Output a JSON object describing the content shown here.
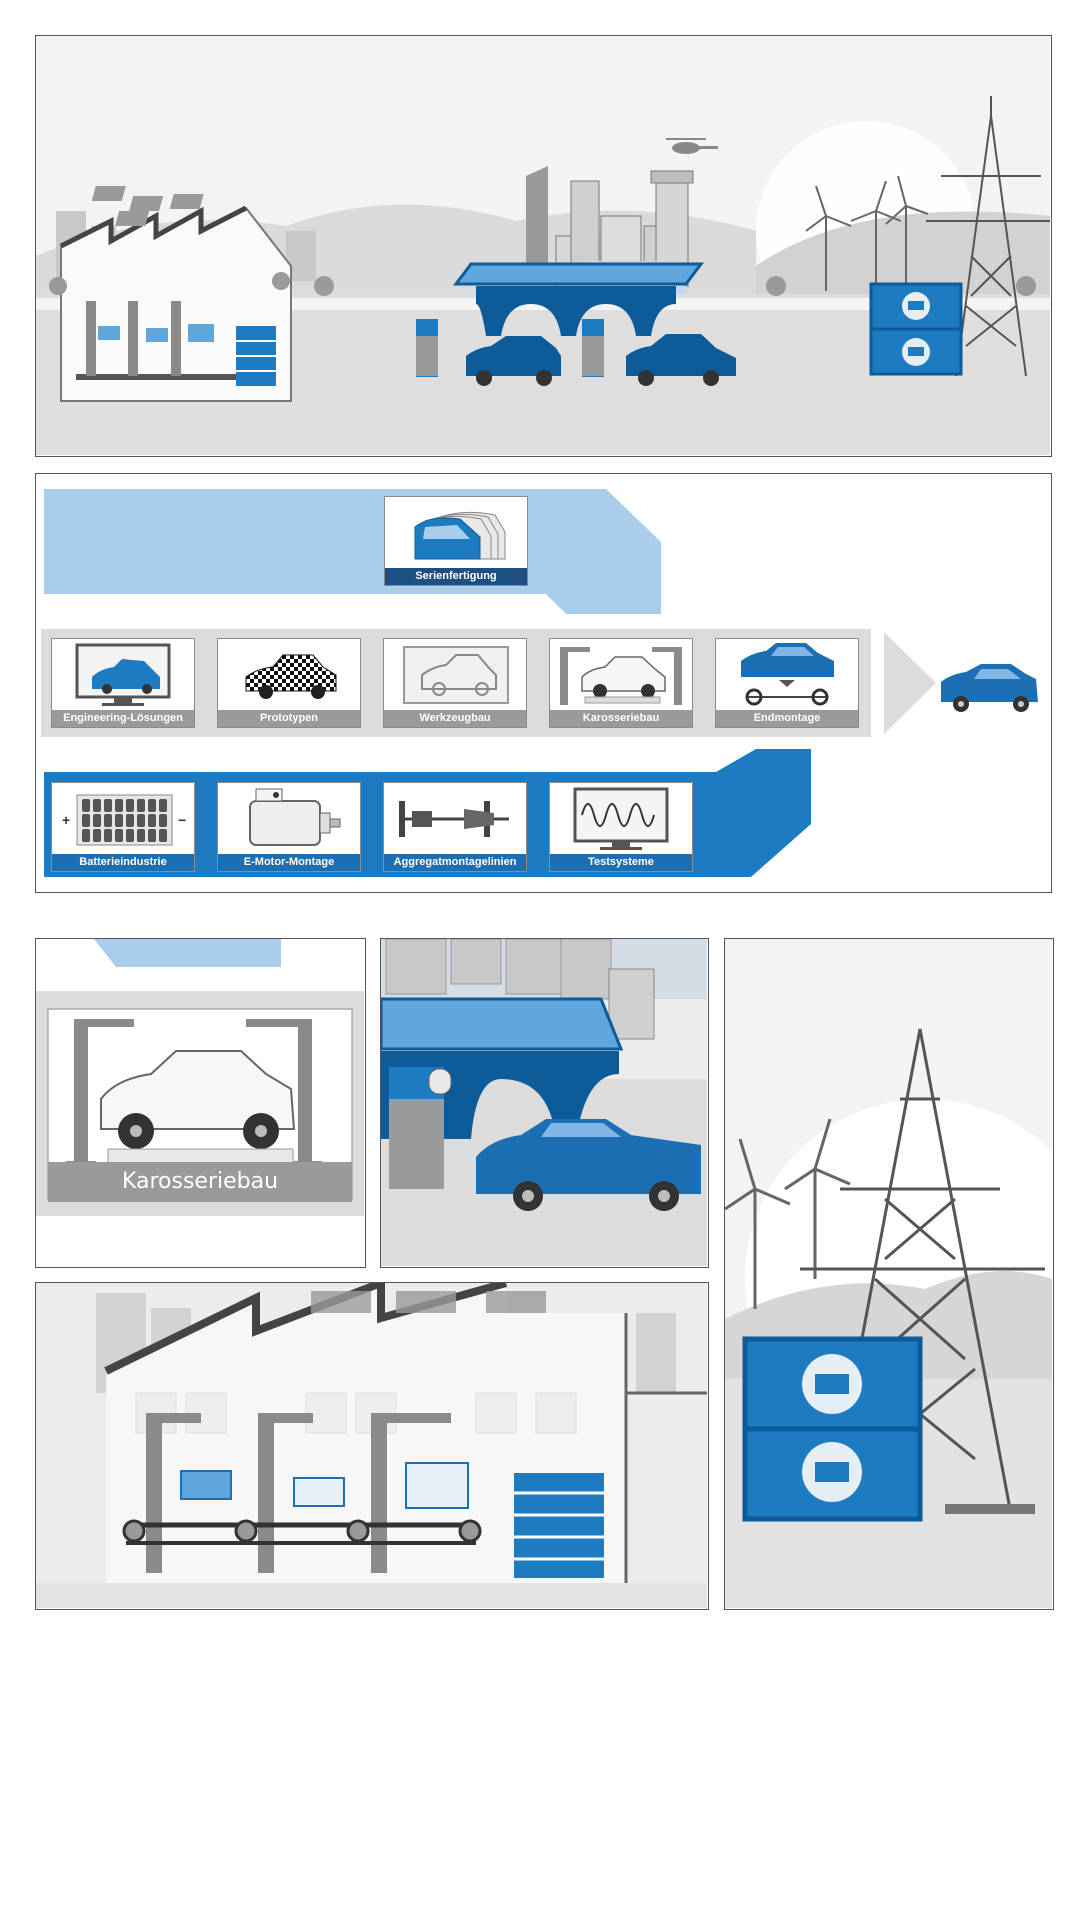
{
  "colors": {
    "dark_blue": "#0e5b9a",
    "mid_blue": "#1d7bc1",
    "light_blue": "#a9cdea",
    "gray_band": "#dcdcdc",
    "caption_gray": "#9a9a9a",
    "caption_blue": "#1d6fb3"
  },
  "serial": {
    "label": "Serienfertigung"
  },
  "process_row": [
    {
      "label": "Engineering-Lösungen",
      "icon": "monitor-car-icon"
    },
    {
      "label": "Prototypen",
      "icon": "checkered-car-icon"
    },
    {
      "label": "Werkzeugbau",
      "icon": "tool-car-icon"
    },
    {
      "label": "Karosseriebau",
      "icon": "robot-car-icon"
    },
    {
      "label": "Endmontage",
      "icon": "assembly-car-icon"
    }
  ],
  "powertrain_row": [
    {
      "label": "Batterieindustrie",
      "icon": "battery-cells-icon"
    },
    {
      "label": "E-Motor-Montage",
      "icon": "e-motor-icon"
    },
    {
      "label": "Aggregatmontagelinien",
      "icon": "drivetrain-icon"
    },
    {
      "label": "Testsysteme",
      "icon": "test-monitor-icon"
    }
  ],
  "detail": {
    "karosserie_label": "Karosseriebau"
  }
}
